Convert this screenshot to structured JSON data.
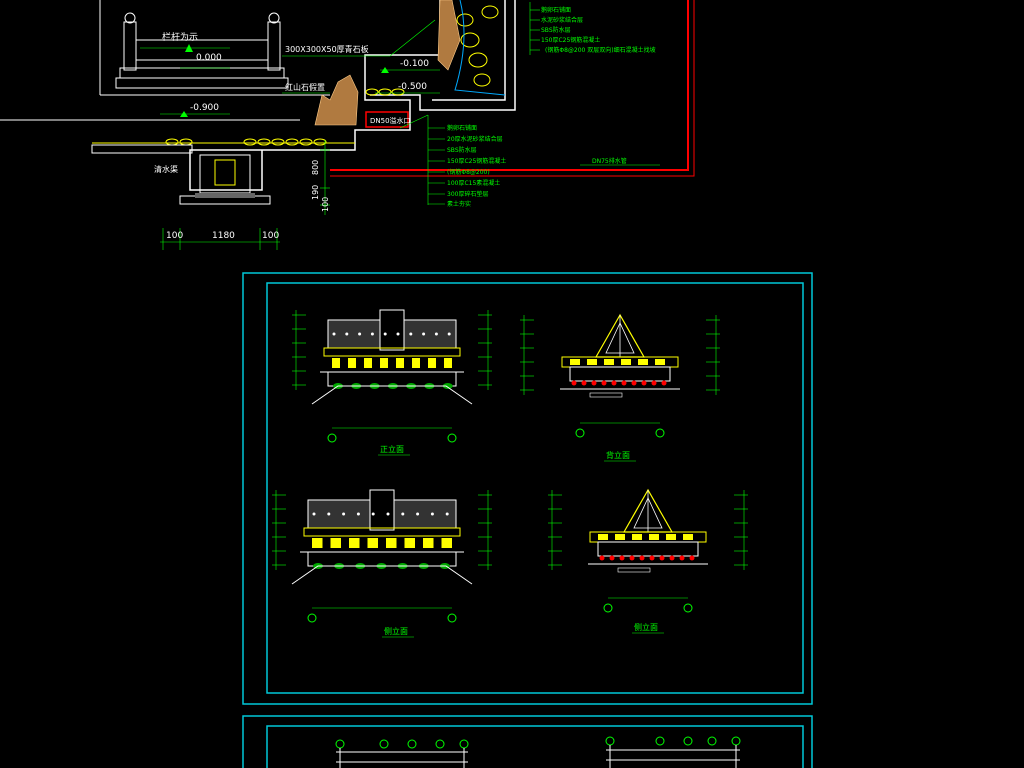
{
  "colors": {
    "background": "#000000",
    "frame_cyan": "#00c8d8",
    "green": "#00ff00",
    "white": "#ffffff",
    "yellow": "#ffff00",
    "red": "#ff0000",
    "cyan_text": "#00ffff"
  },
  "section": {
    "label_stair_rail": "栏杆为示",
    "label_paving": "300X300X50厚青石板",
    "label_rockery": "红山石假置",
    "label_clearwater": "清水渠",
    "label_pipe_box": "DN50溢水口",
    "label_drain": "DN75排水管",
    "elev_top": "0.000",
    "elev_m01": "-0.100",
    "elev_m05": "-0.500",
    "elev_m09": "-0.900",
    "dim_800": "800",
    "dim_190": "190",
    "dim_100": "100",
    "dims_bottom": [
      "100",
      "1180",
      "100"
    ],
    "layers_upper": [
      "鹅卵石铺面",
      "水泥砂浆结合层",
      "SBS防水层",
      "150厚C25钢筋混凝土",
      "(钢筋Φ8@200 双层双向)细石混凝土找坡"
    ],
    "layers_lower": [
      "鹅卵石铺面",
      "20厚水泥砂浆结合层",
      "SBS防水层",
      "150厚C25钢筋混凝土",
      "(钢筋Φ8@200)",
      "100厚C15素混凝土",
      "300厚碎石垫层",
      "素土夯实"
    ]
  },
  "sheet": {
    "views": [
      {
        "caption": "正立面"
      },
      {
        "caption": "侧立面"
      },
      {
        "caption": "背立面"
      },
      {
        "caption": "侧立面"
      }
    ]
  }
}
